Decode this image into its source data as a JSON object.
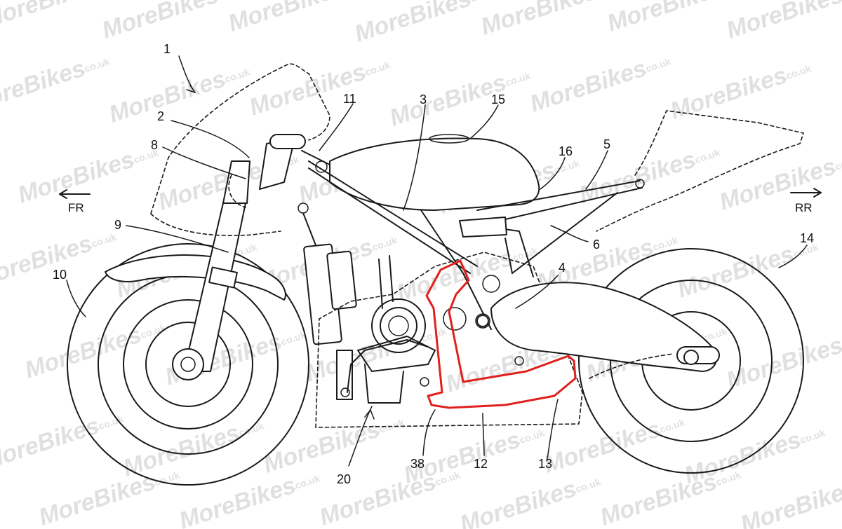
{
  "watermark": {
    "brand": "MoreBikes",
    "suffix": ".co.uk"
  },
  "directions": {
    "front": "FR",
    "rear": "RR"
  },
  "labels": {
    "l1": "1",
    "l2": "2",
    "l3": "3",
    "l4": "4",
    "l5": "5",
    "l6": "6",
    "l8": "8",
    "l9": "9",
    "l10": "10",
    "l11": "11",
    "l12": "12",
    "l13": "13",
    "l14": "14",
    "l15": "15",
    "l16": "16",
    "l20": "20",
    "l38": "38"
  },
  "colors": {
    "highlight": "#e0201c",
    "line": "#1a1a1a",
    "watermark": "#c8c8c8"
  }
}
